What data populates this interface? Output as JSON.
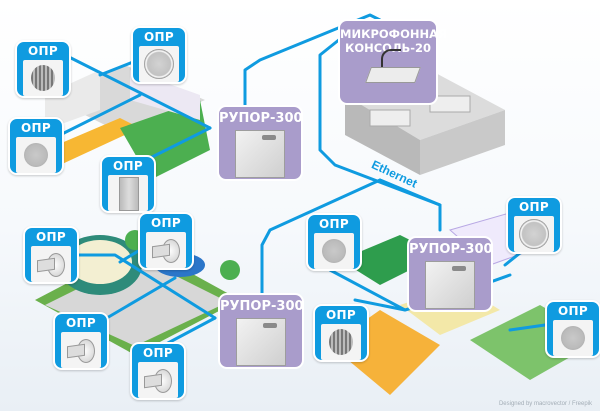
{
  "diagram": {
    "network_label": "Ethernet",
    "credit": "Designed by macrovector / Freepik",
    "colors": {
      "speaker_box": "#0f9be0",
      "amplifier_box": "#a99ccb",
      "network_line": "#0f9be0"
    },
    "console": {
      "label_line1": "МИКРОФОННАЯ",
      "label_line2": "КОНСОЛЬ-20",
      "icon": "microphone-console-icon"
    },
    "zones": [
      {
        "name": "shopping-center",
        "amplifier": "РУПОР-300",
        "speakers": [
          {
            "label": "ОПР",
            "type": "wall-round"
          },
          {
            "label": "ОПР",
            "type": "ceiling"
          },
          {
            "label": "ОПР",
            "type": "wall-square"
          },
          {
            "label": "ОПР",
            "type": "column"
          }
        ]
      },
      {
        "name": "amusement-park",
        "amplifier": "РУПОР-300",
        "speakers": [
          {
            "label": "ОПР",
            "type": "horn"
          },
          {
            "label": "ОПР",
            "type": "horn"
          },
          {
            "label": "ОПР",
            "type": "horn"
          },
          {
            "label": "ОПР",
            "type": "horn"
          }
        ]
      },
      {
        "name": "mall",
        "amplifier": "РУПОР-300",
        "speakers": [
          {
            "label": "ОПР",
            "type": "wall-square"
          },
          {
            "label": "ОПР",
            "type": "ceiling"
          },
          {
            "label": "ОПР",
            "type": "wall-round"
          },
          {
            "label": "ОПР",
            "type": "wall-square"
          }
        ]
      }
    ]
  }
}
